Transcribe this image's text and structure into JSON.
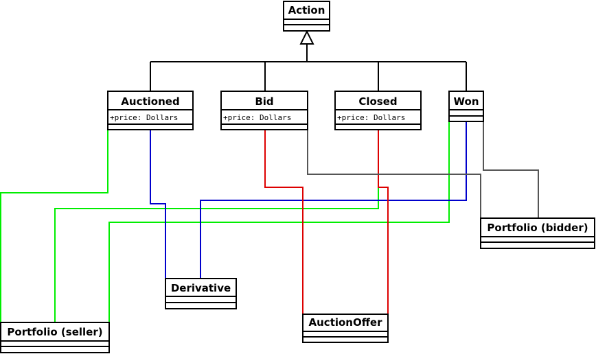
{
  "diagram": {
    "classes": {
      "action": {
        "name": "Action"
      },
      "auctioned": {
        "name": "Auctioned",
        "attribute": "+price: Dollars"
      },
      "bid": {
        "name": "Bid",
        "attribute": "+price: Dollars"
      },
      "closed": {
        "name": "Closed",
        "attribute": "+price: Dollars"
      },
      "won": {
        "name": "Won"
      },
      "portfolio_bidder": {
        "name": "Portfolio (bidder)"
      },
      "derivative": {
        "name": "Derivative"
      },
      "auction_offer": {
        "name": "AuctionOffer"
      },
      "portfolio_seller": {
        "name": "Portfolio (seller)"
      }
    },
    "colors": {
      "green": "#00ee00",
      "blue": "#0000cc",
      "red": "#dd0000",
      "gray": "#555555"
    }
  }
}
